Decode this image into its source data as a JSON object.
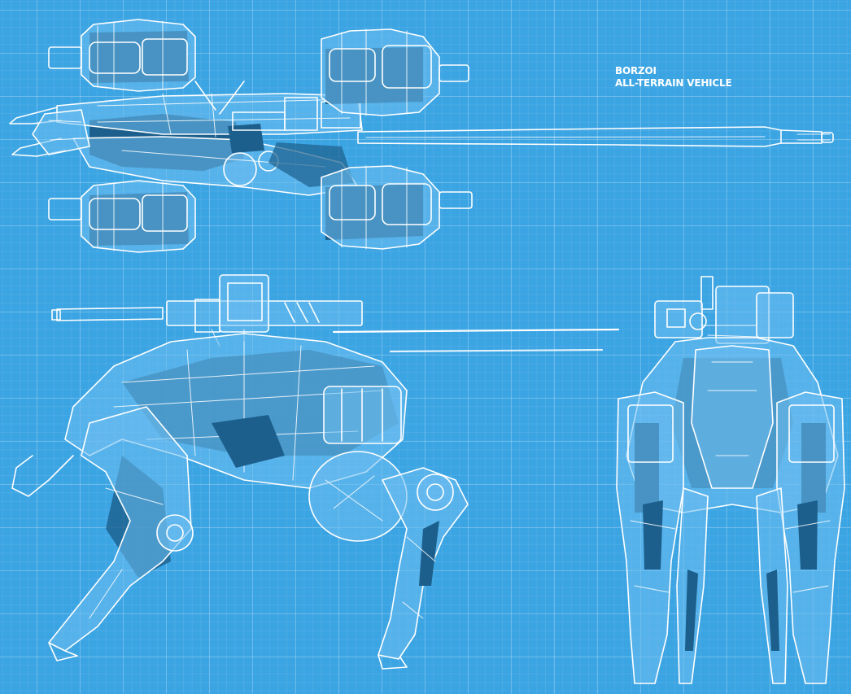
{
  "title": {
    "line1": "BORZOI",
    "line2": "ALL-TERRAIN VEHICLE"
  },
  "views": [
    {
      "name": "top-view"
    },
    {
      "name": "side-view"
    },
    {
      "name": "front-view"
    }
  ],
  "colors": {
    "background": "#3ba4e3",
    "linework": "#ffffff",
    "shadow": "#1c5f8c"
  }
}
